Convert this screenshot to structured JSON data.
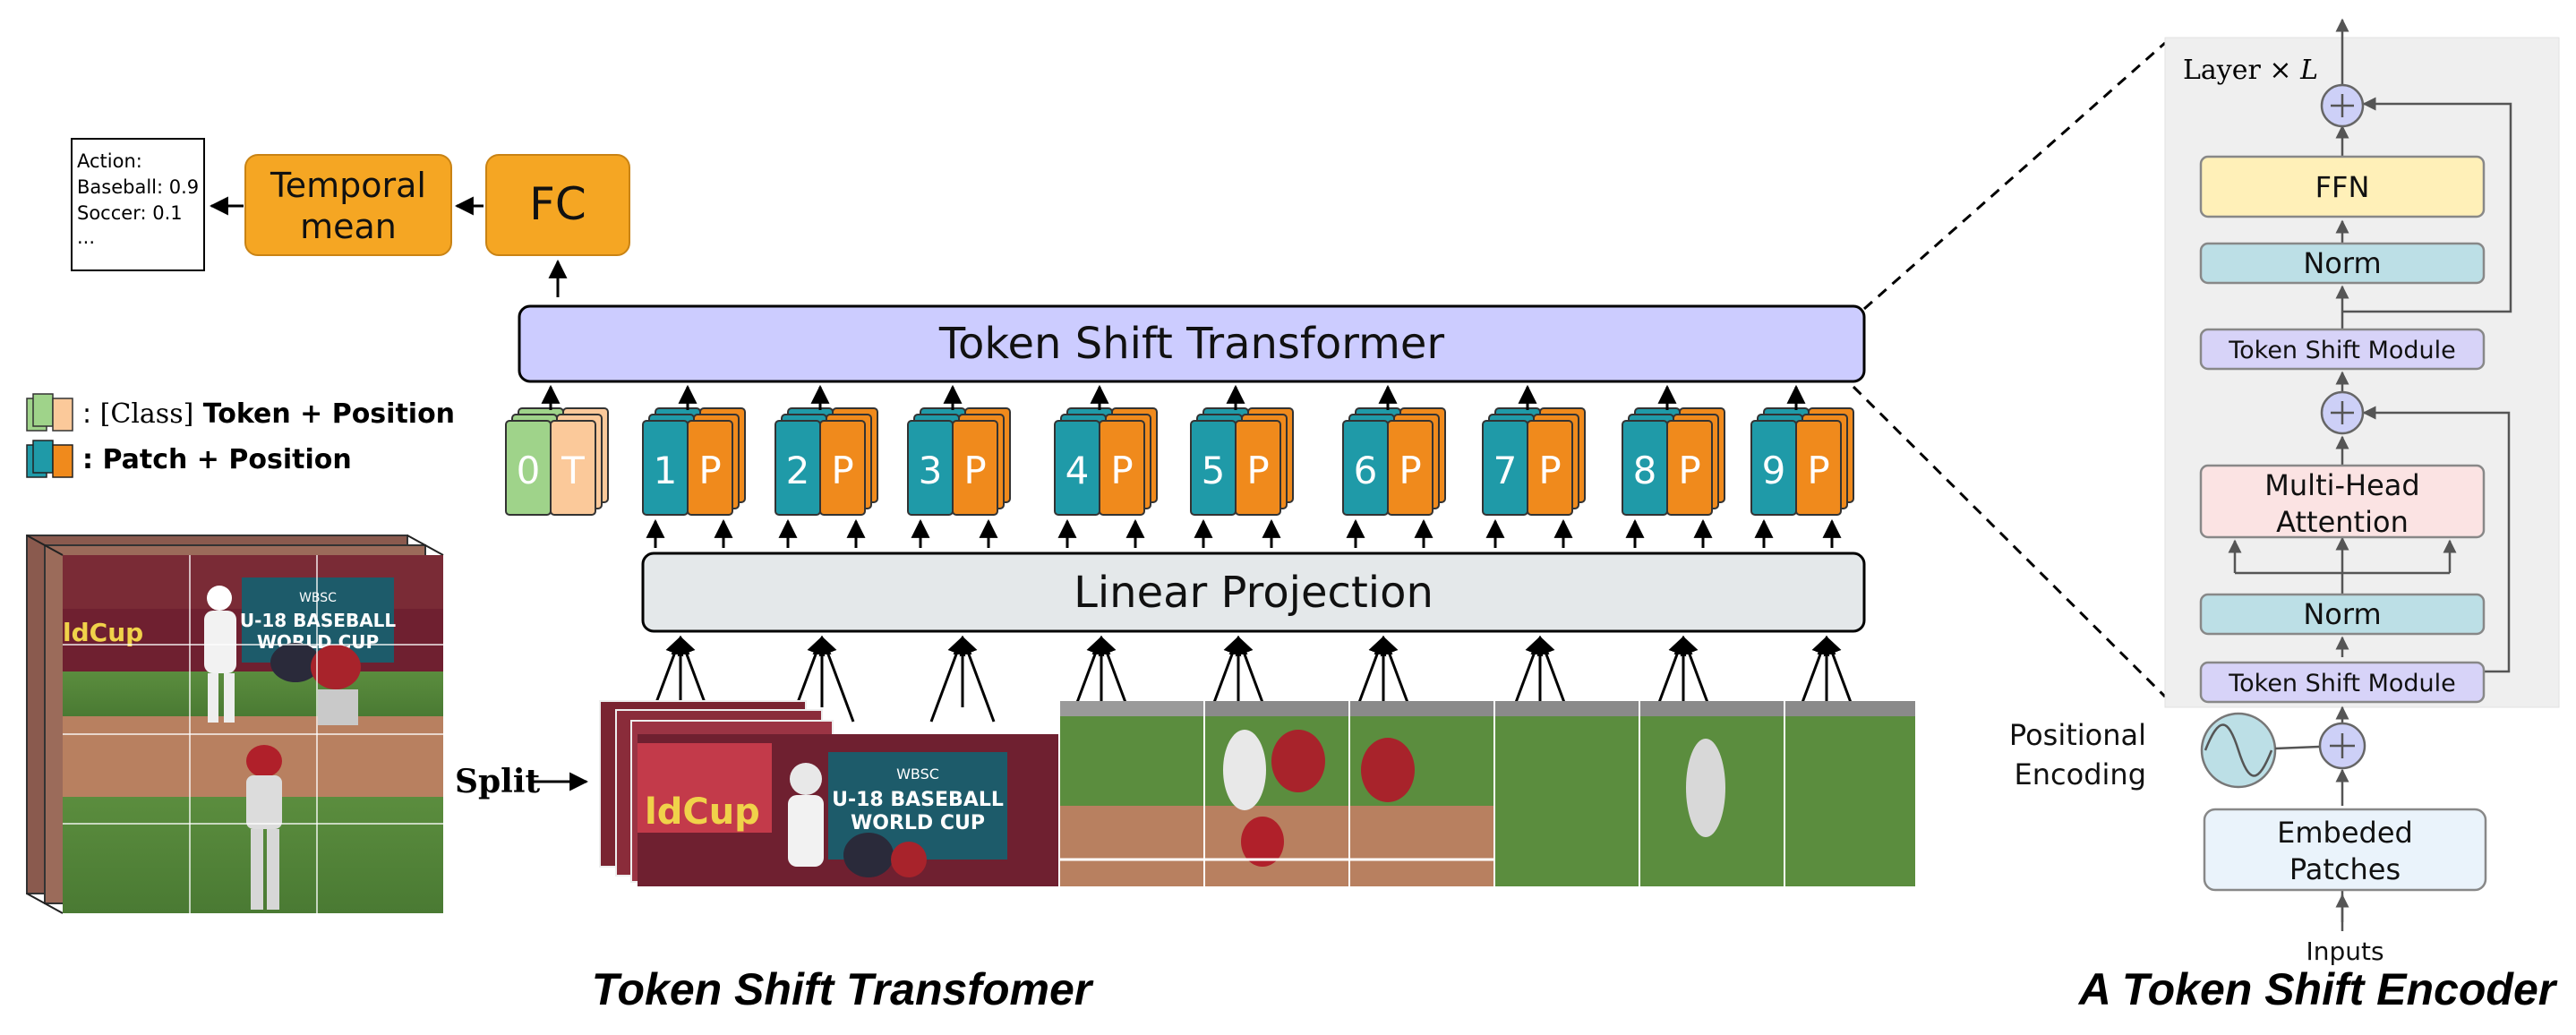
{
  "output_box": {
    "line1": "Action:",
    "line2": "Baseball: 0.9",
    "line3": "Soccer: 0.1",
    "line4": "..."
  },
  "temporal_mean": {
    "line1": "Temporal",
    "line2": "mean"
  },
  "fc": {
    "label": "FC"
  },
  "transformer": {
    "label": "Token Shift Transformer"
  },
  "linear_projection": {
    "label": "Linear Projection"
  },
  "legend": {
    "class_prefix": ": ",
    "class_bracket": "[Class]",
    "class_rest": " Token + Position",
    "patch": ": Patch + Position"
  },
  "tokens": {
    "class_token": {
      "number": "0",
      "letter": "T"
    },
    "patch_numbers": [
      "1",
      "2",
      "3",
      "4",
      "5",
      "6",
      "7",
      "8",
      "9"
    ],
    "patch_letter": "P"
  },
  "split": {
    "label": "Split"
  },
  "video_frame": {
    "sign_wbsc": "WBSC",
    "sign_world1": "U-18 BASEBALL",
    "sign_world2": "WORLD CUP",
    "sign_left": "ldCup"
  },
  "captions": {
    "left": "Token Shift Transfomer",
    "right": "A Token Shift Encoder"
  },
  "encoder": {
    "layer_prefix": "Layer ",
    "layer_times": "×",
    "layer_l": " L",
    "ffn": "FFN",
    "norm_top": "Norm",
    "tsm_top": "Token Shift Module",
    "mha_line1": "Multi-Head",
    "mha_line2": "Attention",
    "norm_bottom": "Norm",
    "tsm_bottom": "Token Shift Module",
    "pos_enc_line1": "Positional",
    "pos_enc_line2": "Encoding",
    "embedded_line1": "Embeded",
    "embedded_line2": "Patches",
    "inputs": "Inputs"
  },
  "colors": {
    "orange": "#f5a623",
    "orange_dark": "#c98314",
    "transformer_fill": "#ccccff",
    "projection_fill": "#e4e8ea",
    "teal": "#1f9aa8",
    "patch_orange": "#f08a1c",
    "green": "#9fd38a",
    "peach": "#fbc99a",
    "encoder_bg": "#efefef",
    "ffn_fill": "#fff0b8",
    "norm_fill": "#bcdfe6",
    "tsm_fill": "#d7d3f8",
    "mha_fill": "#fbe3e3",
    "embedded_fill": "#eaf3fb"
  }
}
